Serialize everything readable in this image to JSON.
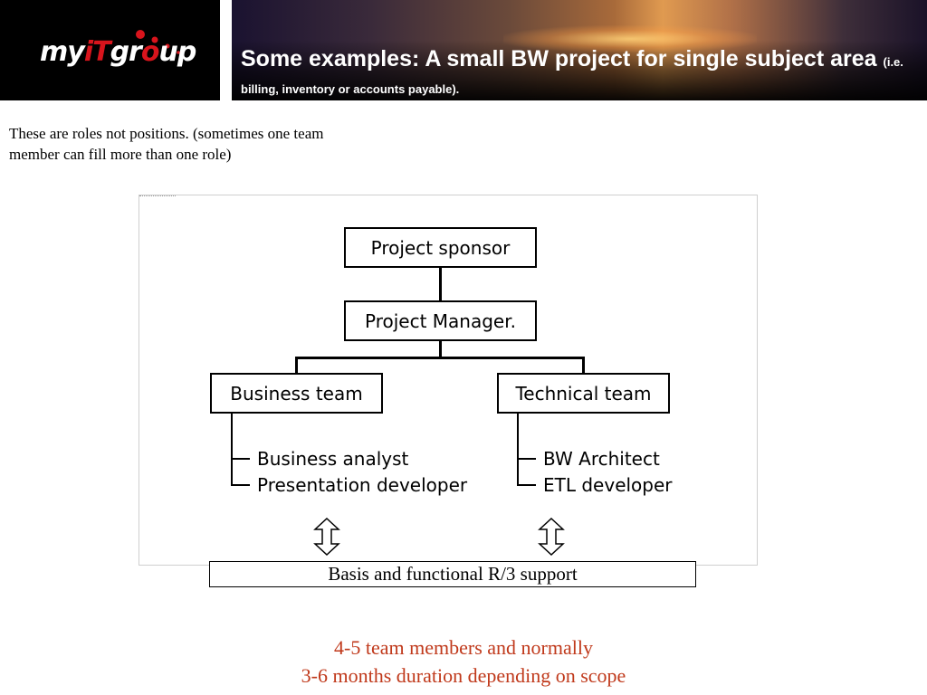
{
  "header": {
    "logo": {
      "part1": "my",
      "part2": "iT",
      "part3": "gr",
      "part4": "o",
      "part5": "up"
    },
    "title_main": "Some examples:  A small BW project for single subject area",
    "title_sub": "(i.e. billing, inventory or accounts payable)."
  },
  "intro_text": "These are roles not positions. (sometimes one team member can fill more than one role)",
  "org_chart": {
    "sponsor": "Project sponsor",
    "manager": "Project Manager.",
    "business_team": "Business team",
    "technical_team": "Technical team",
    "business_roles": [
      "Business analyst",
      "Presentation developer"
    ],
    "technical_roles": [
      "BW Architect",
      "ETL developer"
    ],
    "support": "Basis and functional R/3 support"
  },
  "footer": {
    "line1": "4-5 team members and normally",
    "line2": "3-6 months duration depending on scope"
  },
  "colors": {
    "accent_red": "#c0391b",
    "logo_red": "#d8141c"
  }
}
